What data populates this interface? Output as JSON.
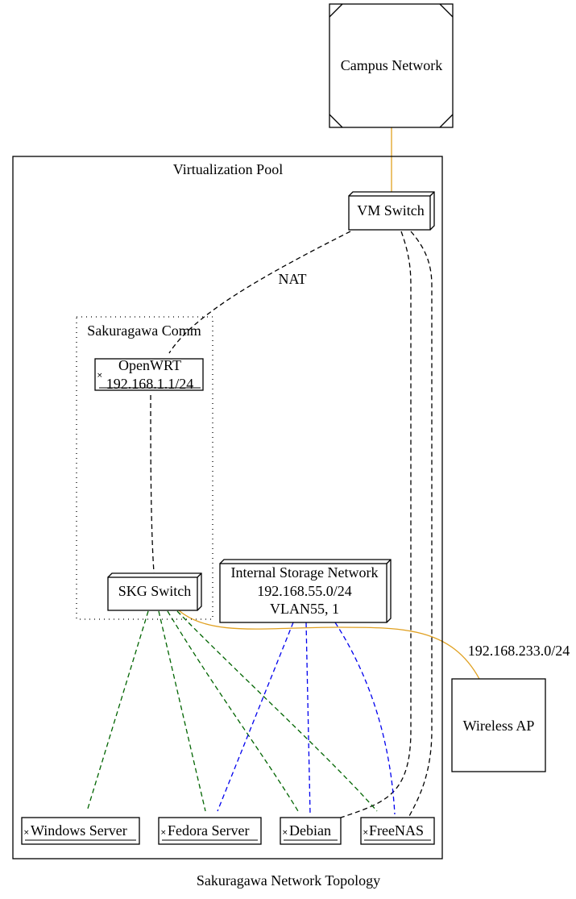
{
  "caption": "Sakuragawa Network Topology",
  "nodes": {
    "campus": "Campus Network",
    "pool": "Virtualization Pool",
    "vm_switch": "VM Switch",
    "comm_group": "Sakuragawa Comm",
    "openwrt_name": "OpenWRT",
    "openwrt_ip": "192.168.1.1/24",
    "skg_switch": "SKG Switch",
    "storage_line1": "Internal Storage Network",
    "storage_line2": "192.168.55.0/24",
    "storage_line3": "VLAN55, 1",
    "wireless_ap": "Wireless AP",
    "windows_server": "Windows Server",
    "fedora_server": "Fedora Server",
    "debian": "Debian",
    "freenas": "FreeNAS"
  },
  "edges": {
    "nat_label": "NAT",
    "wifi_subnet": "192.168.233.0/24"
  },
  "colors": {
    "lan_link": "#006400",
    "storage_link": "#0000ee",
    "uplink": "#e0a020",
    "vm_link": "#000000"
  }
}
